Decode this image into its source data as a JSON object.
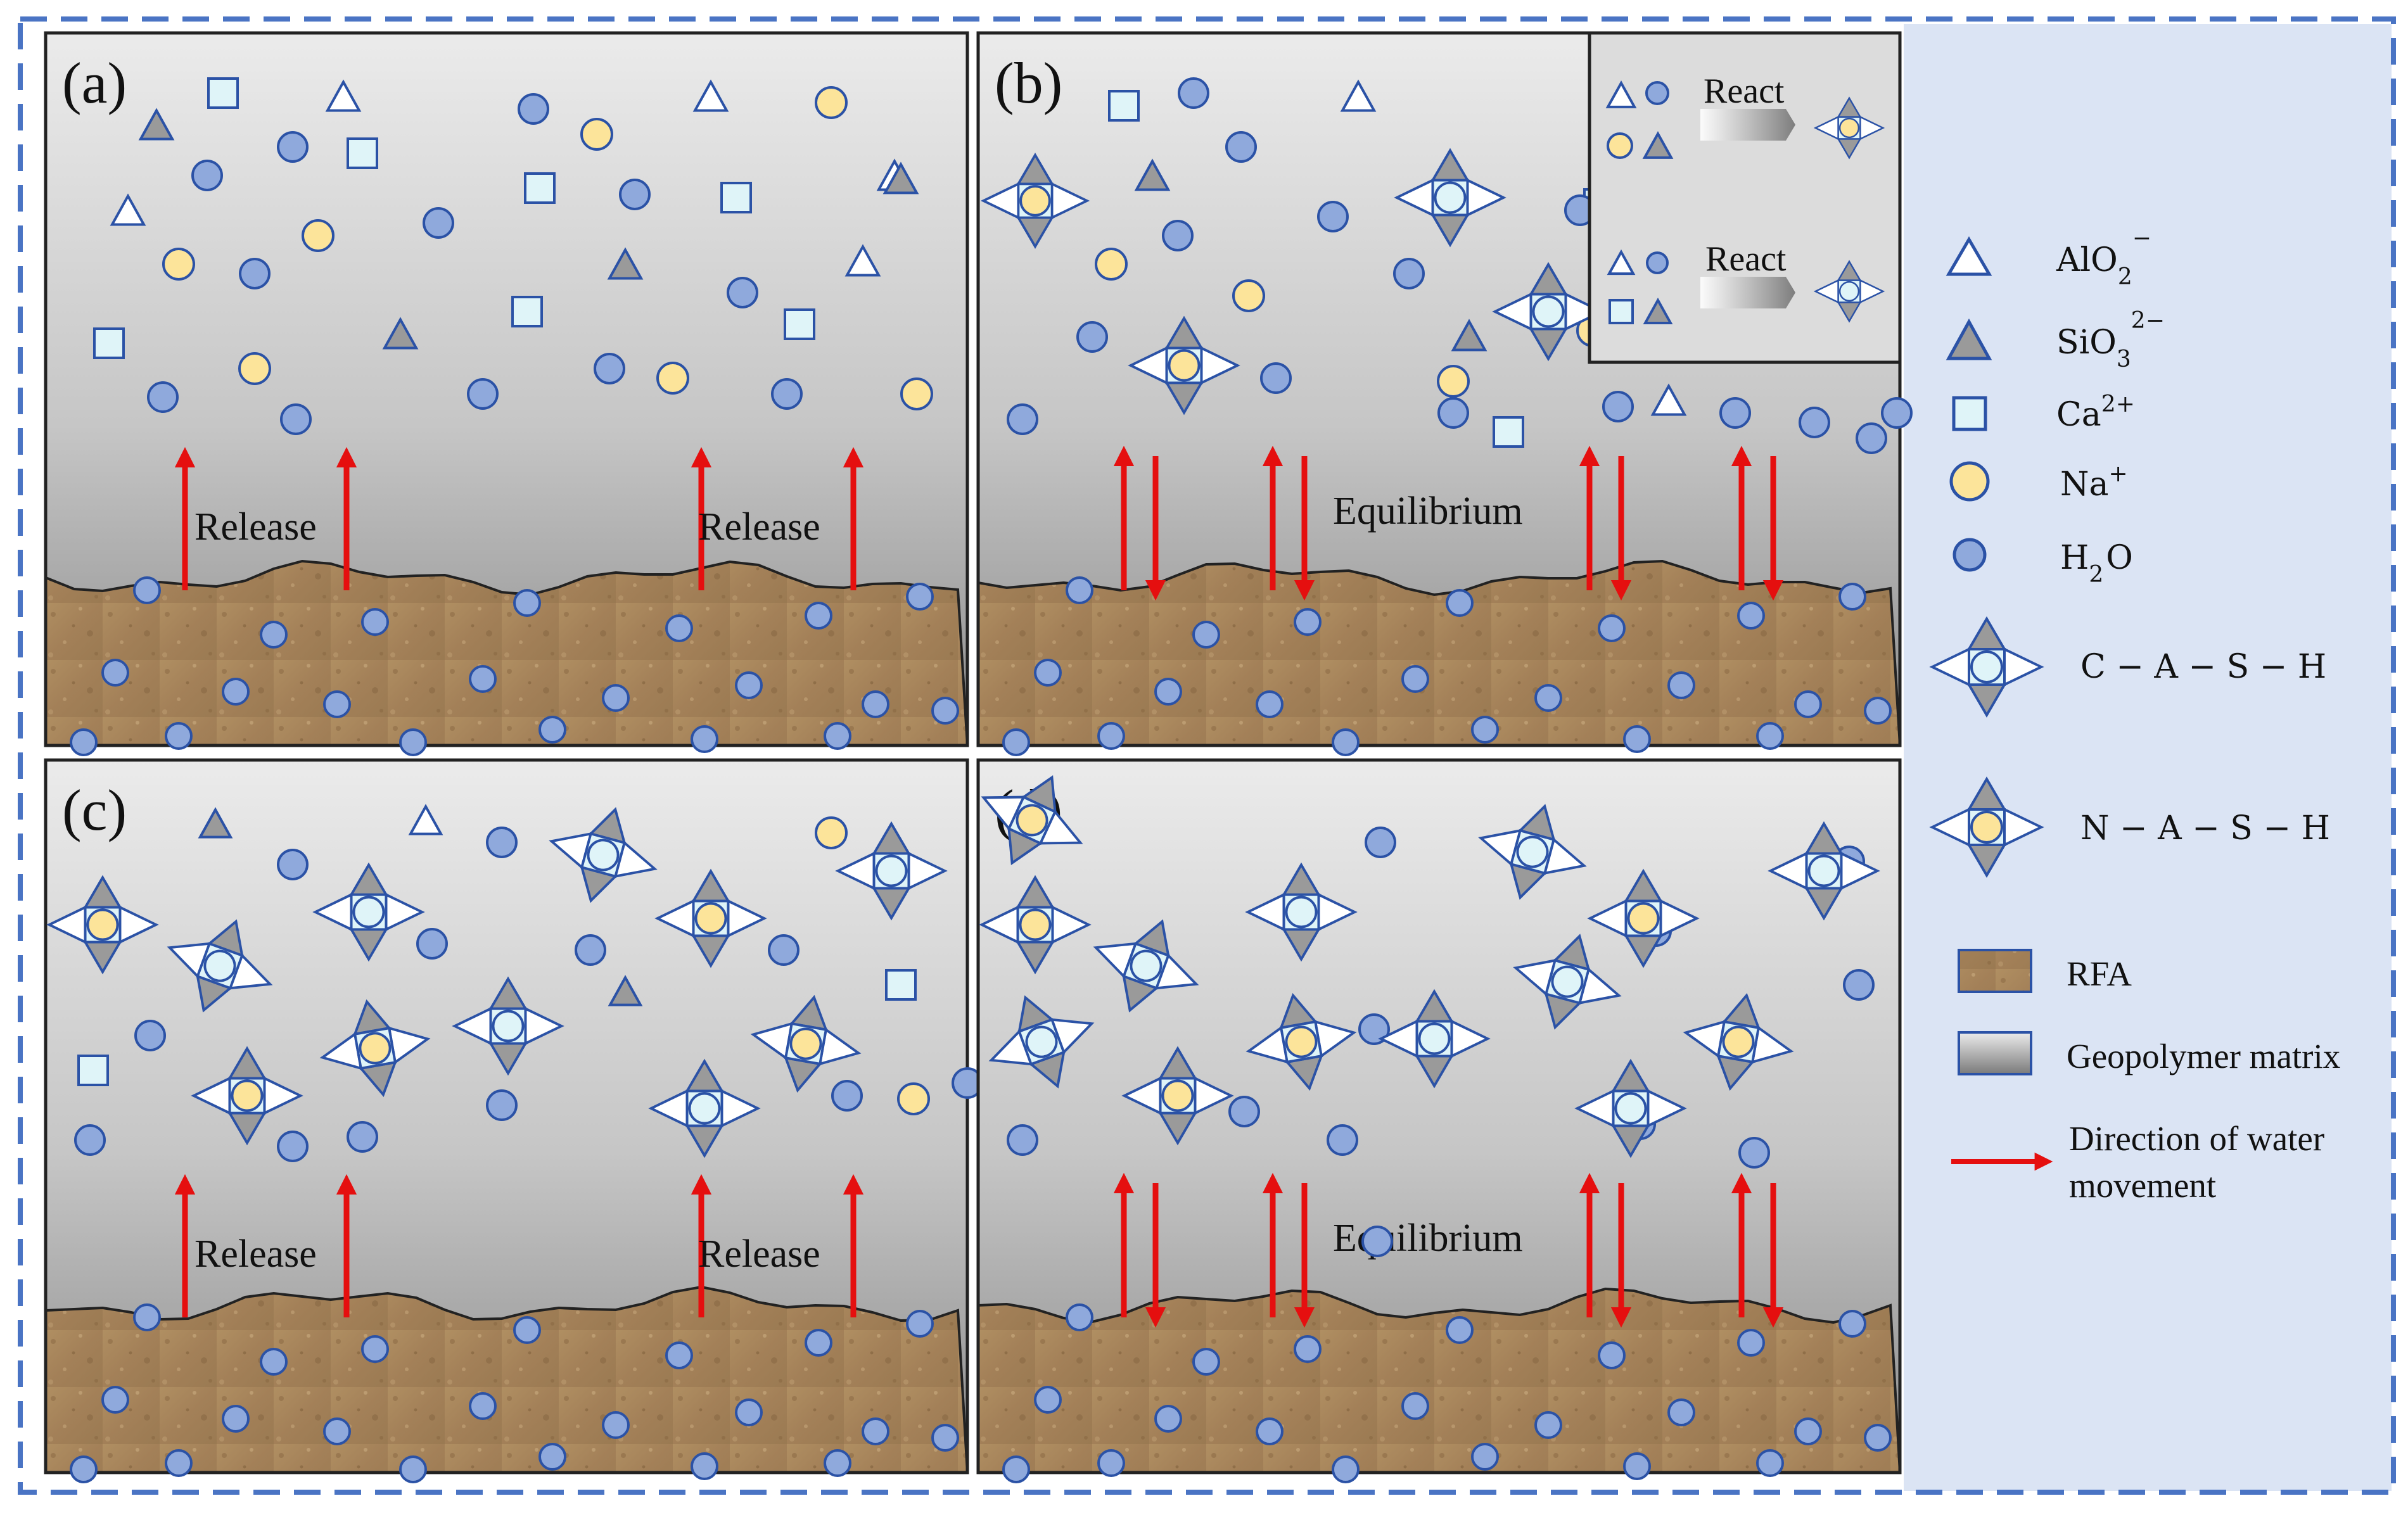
{
  "panels": [
    {
      "id": "a",
      "label": "(a)",
      "mode": "release",
      "texts": [
        "Release",
        "Release"
      ]
    },
    {
      "id": "b",
      "label": "(b)",
      "mode": "equilibrium",
      "texts": [
        "Equilibrium"
      ],
      "inset": {
        "row1_text": "React",
        "row2_text": "React"
      }
    },
    {
      "id": "c",
      "label": "(c)",
      "mode": "release",
      "texts": [
        "Release",
        "Release"
      ]
    },
    {
      "id": "d",
      "label": "(d)",
      "mode": "equilibrium",
      "texts": [
        "Equilibrium"
      ]
    }
  ],
  "legend": {
    "alo2": {
      "base": "AlO",
      "sub": "2",
      "sup": "−"
    },
    "sio3": {
      "base": "SiO",
      "sub": "3",
      "sup": "2−"
    },
    "ca": {
      "base": "Ca",
      "sup": "2+"
    },
    "na": {
      "base": "Na",
      "sup": "+"
    },
    "h2o": {
      "base": "H",
      "sub": "2",
      "tail": "O"
    },
    "cash": "C − A − S − H",
    "nash": "N − A − S − H",
    "rfa": "RFA",
    "matrix": "Geopolymer matrix",
    "water_line1": "Direction of water",
    "water_line2": "movement"
  },
  "colors": {
    "outer_border": "#4a74c4",
    "legend_bg": "#dbe4f4",
    "water_fill": "#8fa9dc",
    "na_fill": "#fce49a",
    "ca_fill": "#dff4f8",
    "sio3_fill": "#9a9a9a",
    "alo2_fill": "#ffffff",
    "arrow": "#e50f0f",
    "soil": "#a6865c"
  }
}
